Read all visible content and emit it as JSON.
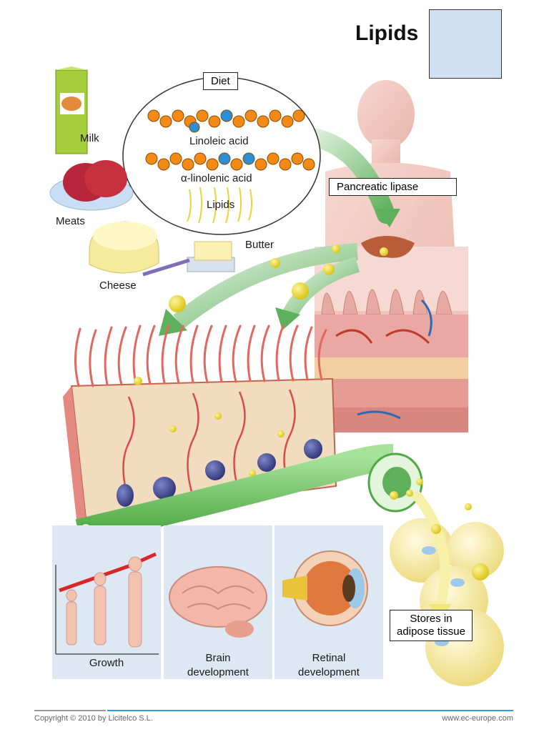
{
  "title": "Lipids",
  "diet": {
    "heading": "Diet",
    "acid1": "Linoleic acid",
    "acid2": "α-linolenic acid",
    "lipids": "Lipids"
  },
  "foods": {
    "milk": "Milk",
    "meats": "Meats",
    "cheese": "Cheese",
    "butter": "Butter"
  },
  "enzyme": "Pancreatic lipase",
  "storage": {
    "line1": "Stores in",
    "line2": "adipose tissue"
  },
  "functions": {
    "growth": "Growth",
    "brain1": "Brain",
    "brain2": "development",
    "retina1": "Retinal",
    "retina2": "development"
  },
  "footer": {
    "copyright": "Copyright © 2010 by Licitelco S.L.",
    "website": "www.ec-europe.com"
  },
  "colors": {
    "arrow_green": "#7cc47a",
    "lipid_yellow": "#e2d11b",
    "tissue_pink": "#e9a8a3",
    "panel_blue": "#dde8f3",
    "accent_blue": "#2aa2d8"
  }
}
